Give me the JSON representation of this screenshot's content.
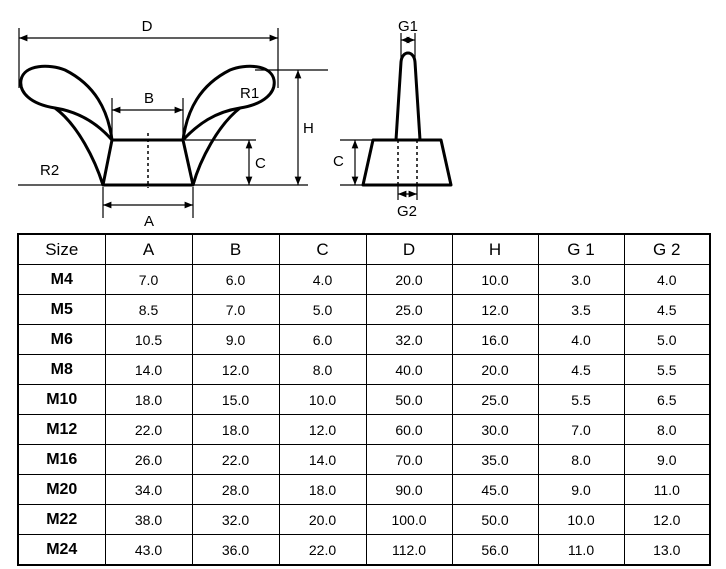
{
  "diagram": {
    "labels": {
      "D": "D",
      "B": "B",
      "R1": "R1",
      "H": "H",
      "C_front": "C",
      "R2": "R2",
      "A": "A",
      "G1": "G1",
      "C_side": "C",
      "G2": "G2"
    },
    "line_color": "#000000"
  },
  "table": {
    "headers": [
      "Size",
      "A",
      "B",
      "C",
      "D",
      "H",
      "G 1",
      "G 2"
    ],
    "rows": [
      [
        "M4",
        "7.0",
        "6.0",
        "4.0",
        "20.0",
        "10.0",
        "3.0",
        "4.0"
      ],
      [
        "M5",
        "8.5",
        "7.0",
        "5.0",
        "25.0",
        "12.0",
        "3.5",
        "4.5"
      ],
      [
        "M6",
        "10.5",
        "9.0",
        "6.0",
        "32.0",
        "16.0",
        "4.0",
        "5.0"
      ],
      [
        "M8",
        "14.0",
        "12.0",
        "8.0",
        "40.0",
        "20.0",
        "4.5",
        "5.5"
      ],
      [
        "M10",
        "18.0",
        "15.0",
        "10.0",
        "50.0",
        "25.0",
        "5.5",
        "6.5"
      ],
      [
        "M12",
        "22.0",
        "18.0",
        "12.0",
        "60.0",
        "30.0",
        "7.0",
        "8.0"
      ],
      [
        "M16",
        "26.0",
        "22.0",
        "14.0",
        "70.0",
        "35.0",
        "8.0",
        "9.0"
      ],
      [
        "M20",
        "34.0",
        "28.0",
        "18.0",
        "90.0",
        "45.0",
        "9.0",
        "11.0"
      ],
      [
        "M22",
        "38.0",
        "32.0",
        "20.0",
        "100.0",
        "50.0",
        "10.0",
        "12.0"
      ],
      [
        "M24",
        "43.0",
        "36.0",
        "22.0",
        "112.0",
        "56.0",
        "11.0",
        "13.0"
      ]
    ]
  }
}
